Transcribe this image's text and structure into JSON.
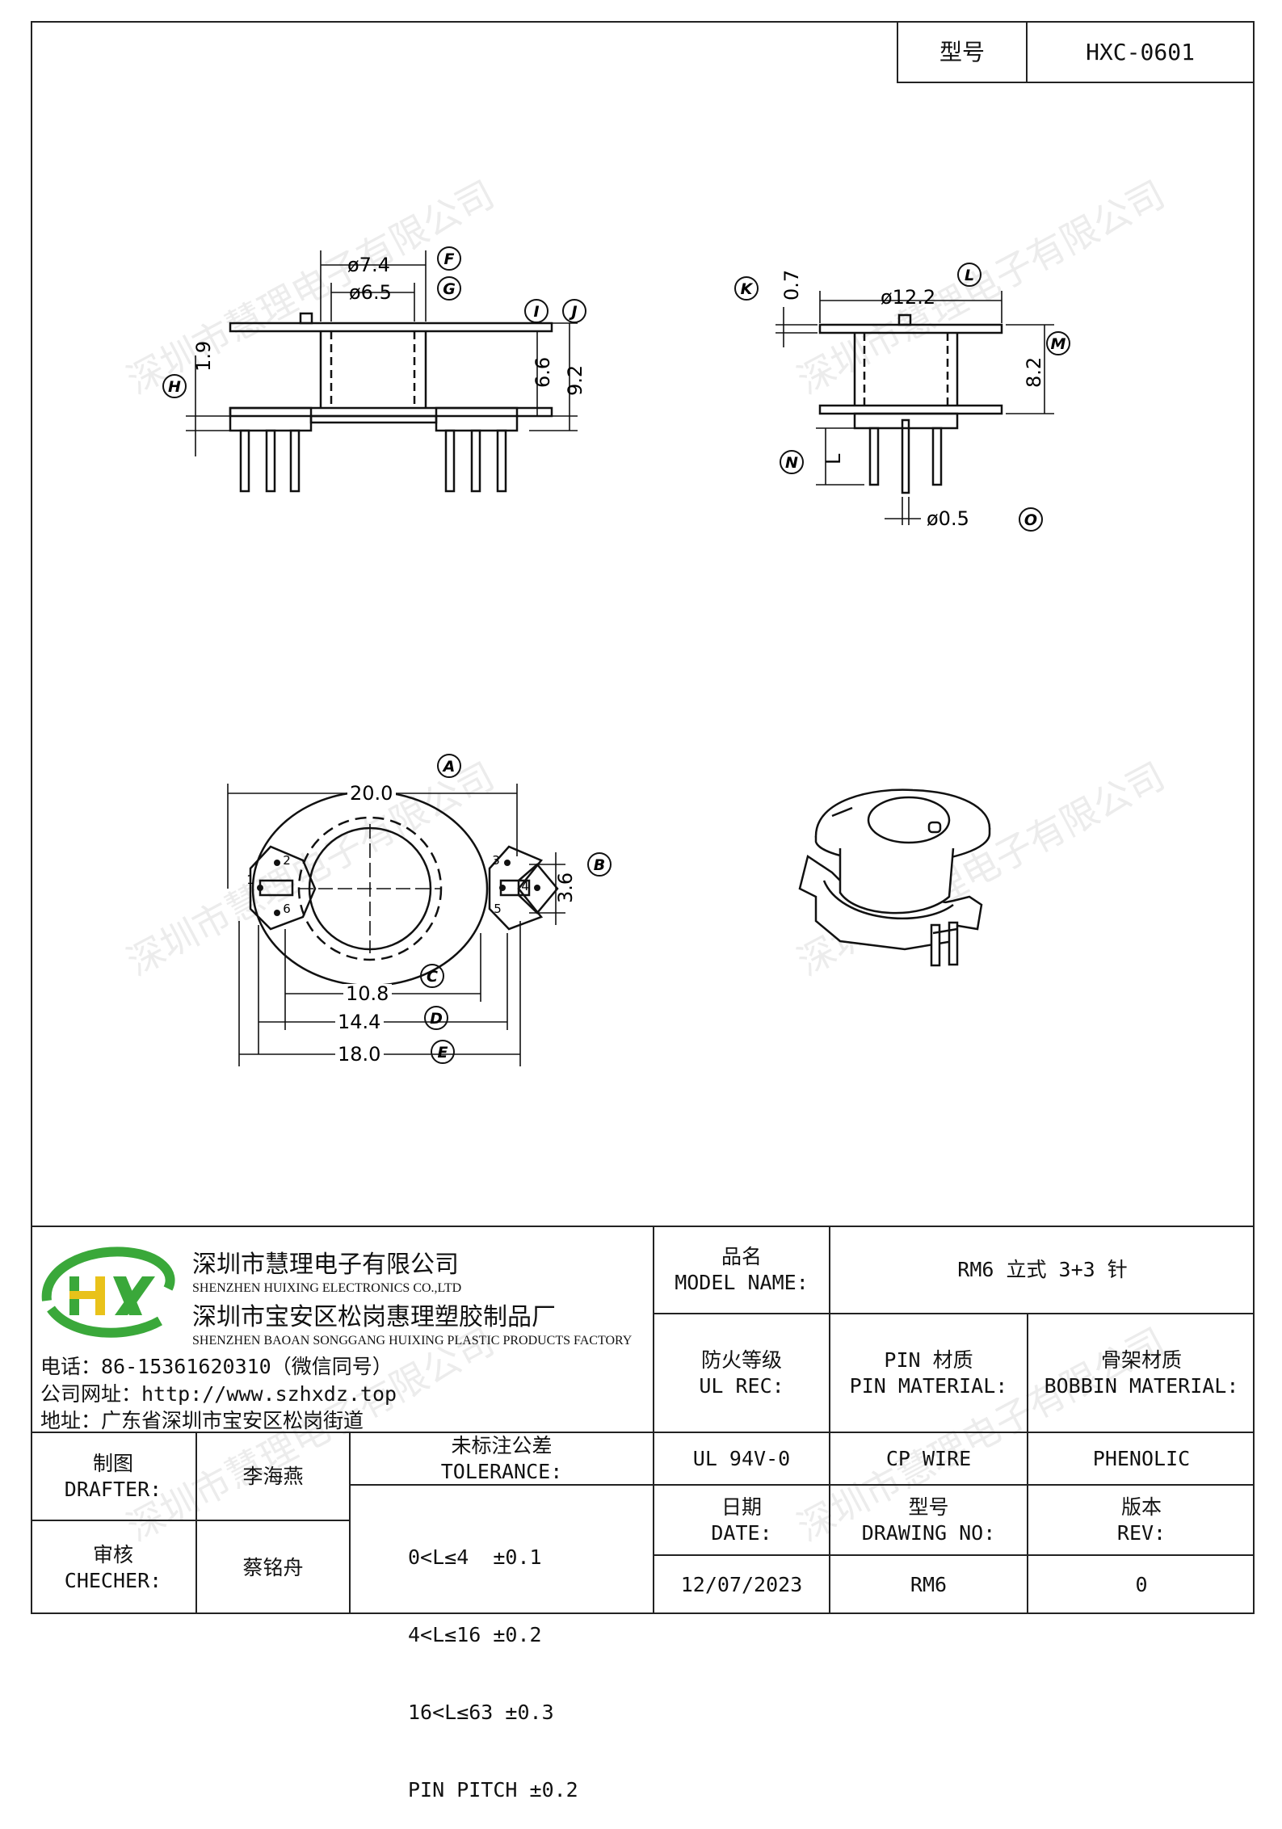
{
  "header": {
    "model_label": "型号",
    "model_value": "HXC-0601"
  },
  "watermark": "深圳市慧理电子有限公司",
  "drawing": {
    "side_view": {
      "dims": {
        "d_outer": "ø7.4",
        "d_inner": "ø6.5",
        "h_base": "1.9",
        "h_body": "6.6",
        "h_total": "9.2"
      },
      "callouts": {
        "F": "F",
        "G": "G",
        "H": "H",
        "I": "I",
        "J": "J"
      }
    },
    "front_view": {
      "dims": {
        "flange_thk": "0.7",
        "d_flange": "ø12.2",
        "height": "8.2",
        "pin_len": "L",
        "pin_dia": "ø0.5"
      },
      "callouts": {
        "K": "K",
        "L": "L",
        "M": "M",
        "N": "N",
        "O": "O"
      }
    },
    "top_view": {
      "dims": {
        "width_total": "20.0",
        "pin_offset": "3.6",
        "span_inner": "10.8",
        "span_pin": "14.4",
        "span_base": "18.0"
      },
      "callouts": {
        "A": "A",
        "B": "B",
        "C": "C",
        "D": "D",
        "E": "E"
      },
      "pins": [
        "1",
        "2",
        "3",
        "4",
        "5",
        "6"
      ]
    }
  },
  "company": {
    "name_cn": "深圳市慧理电子有限公司",
    "name_en": "SHENZHEN HUIXING ELECTRONICS CO.,LTD",
    "factory_cn": "深圳市宝安区松岗惠理塑胶制品厂",
    "factory_en": "SHENZHEN BAOAN SONGGANG HUIXING PLASTIC PRODUCTS FACTORY",
    "phone": "电话：86-15361620310（微信同号）",
    "website": "公司网址：http://www.szhxdz.top",
    "address": "地址：广东省深圳市宝安区松岗街道",
    "logo_text": "HX",
    "colors": {
      "green": "#3aa83a",
      "yellow": "#e9c21a"
    }
  },
  "titleblock": {
    "model_name_cn": "品名",
    "model_name_en": "MODEL NAME:",
    "model_name_value": "RM6 立式 3+3 针",
    "ul_cn": "防火等级",
    "ul_en": "UL REC:",
    "pin_mat_cn": "PIN 材质",
    "pin_mat_en": "PIN MATERIAL:",
    "bobbin_cn": "骨架材质",
    "bobbin_en": "BOBBIN MATERIAL:",
    "ul_value": "UL 94V-0",
    "pin_value": "CP WIRE",
    "bobbin_value": "PHENOLIC",
    "drafter_cn": "制图",
    "drafter_en": "DRAFTER:",
    "drafter_name": "李海燕",
    "checker_cn": "审核",
    "checker_en": "CHECHER:",
    "checker_name": "蔡铭舟",
    "tol_cn": "未标注公差",
    "tol_en": "TOLERANCE:",
    "tol_lines": [
      "0<L≤4  ±0.1",
      "4<L≤16 ±0.2",
      "16<L≤63 ±0.3",
      "PIN PITCH ±0.2"
    ],
    "date_cn": "日期",
    "date_en": "DATE:",
    "date_value": "12/07/2023",
    "dwg_cn": "型号",
    "dwg_en": "DRAWING NO:",
    "dwg_value": "RM6",
    "rev_cn": "版本",
    "rev_en": "REV:",
    "rev_value": "0"
  }
}
